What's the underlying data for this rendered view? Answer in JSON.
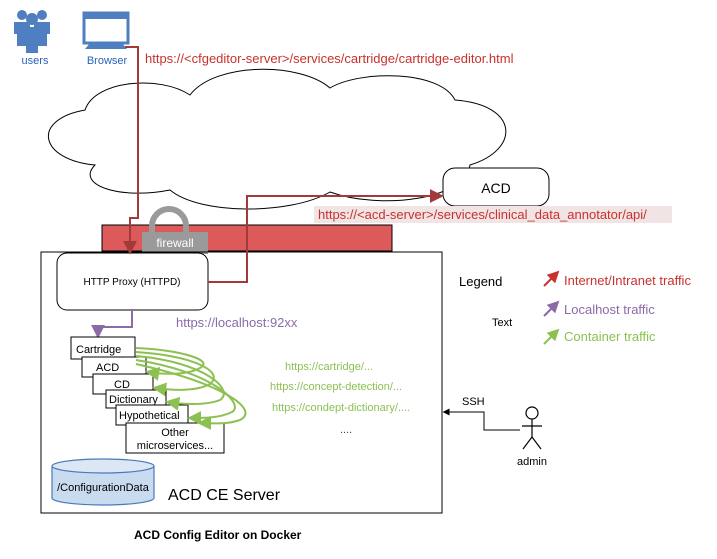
{
  "actors": {
    "users_label": "users",
    "browser_label": "Browser",
    "admin_label": "admin"
  },
  "urls": {
    "editor": "https://<cfgeditor-server>/services/cartridge/cartridge-editor.html",
    "acd_api": "https://<acd-server>/services/clinical_data_annotator/api/",
    "localhost": "https://localhost:92xx",
    "cartridge": "https://cartridge/...",
    "concept_detection": "https://concept-detection/...",
    "condept_dictionary": "https://condept-dictionary/....",
    "more": "...."
  },
  "nodes": {
    "acd": "ACD",
    "firewall": "firewall",
    "http_proxy": "HTTP Proxy (HTTPD)",
    "ssh": "SSH",
    "server": "ACD CE Server",
    "config_data": "/ConfigurationData",
    "footer": "ACD Config Editor on Docker"
  },
  "containers": [
    "Cartridge",
    "ACD",
    "CD",
    "Dictionary",
    "Hypothetical",
    "Other microservices..."
  ],
  "legend": {
    "title": "Legend",
    "text_label": "Text",
    "items": [
      {
        "label": "Internet/Intranet traffic",
        "color": "#c8312e"
      },
      {
        "label": "Localhost traffic",
        "color": "#8a6ba8"
      },
      {
        "label": "Container traffic",
        "color": "#8cc152"
      }
    ]
  },
  "colors": {
    "internet": "#c8312e",
    "internet_line": "#a33a3a",
    "localhost": "#8a6ba8",
    "container": "#8cc152",
    "firewall": "#dd5a5a",
    "actor_icon": "#4f7fc0",
    "actor_text": "#2a62b8"
  },
  "icons": [
    "users-icon",
    "browser-icon",
    "cloud-icon",
    "lock-icon",
    "database-icon",
    "admin-icon"
  ]
}
